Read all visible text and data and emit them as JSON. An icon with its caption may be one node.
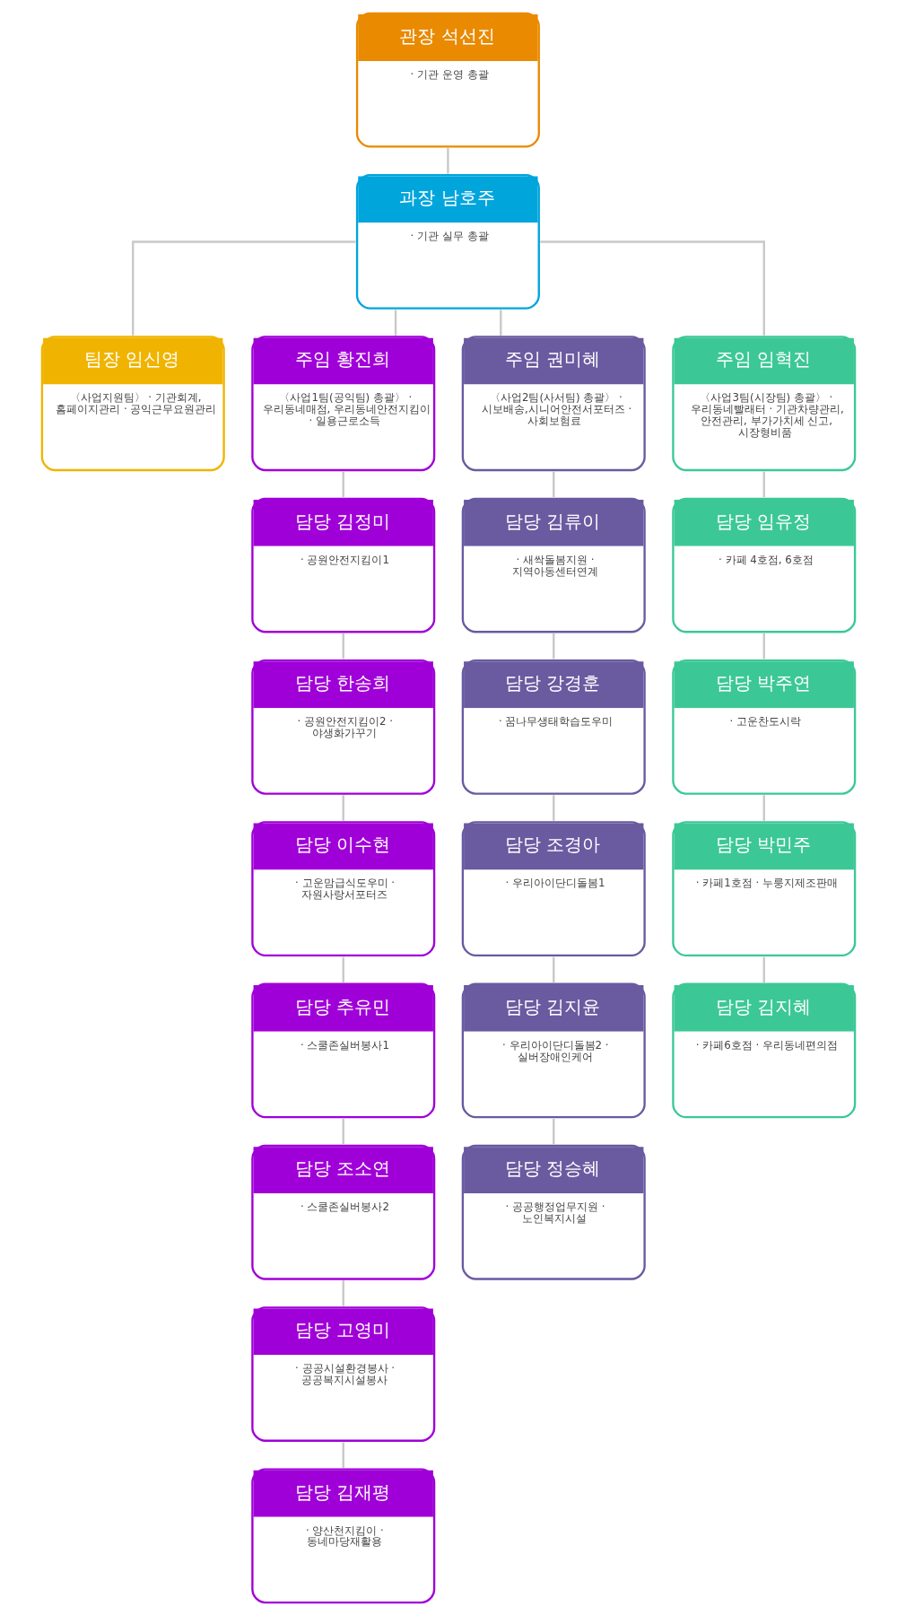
{
  "diagram": {
    "nodes": [
      {
        "text": [
          "관장 석선진",
          "· 기관 운영 총괄"
        ]
      },
      {
        "text": [
          "과장 남호주",
          "· 기관 실무 총괄"
        ]
      },
      {
        "text": [
          "팀장 임신영",
          "〈사업지원팀〉 · 기관회계, 홈페이지관리 · 공익근무요원관리"
        ]
      },
      {
        "text": [
          "주임 황진희",
          "〈사업1팀(공익팀) 총괄〉 · 우리동네매점, 우리동네안전지킴이 · 일용근로소득"
        ]
      },
      {
        "text": [
          "담당 김정미",
          "· 공원안전지킴이1"
        ]
      },
      {
        "text": [
          "담당 한송희",
          "· 공원안전지킴이2 · 야생화가꾸기"
        ]
      },
      {
        "text": [
          "담당 이수현",
          "· 고운맘급식도우미 · 자원사랑서포터즈"
        ]
      },
      {
        "text": [
          "담당 추유민",
          "· 스쿨존실버봉사1"
        ]
      },
      {
        "text": [
          "담당 조소연",
          "· 스쿨존실버봉사2"
        ]
      },
      {
        "text": [
          "담당 고영미",
          "· 공공시설환경봉사 · 공공복지시설봉사"
        ]
      },
      {
        "text": [
          "담당 김재평",
          "· 양산천지킴이 · 동네마당재활용"
        ]
      },
      {
        "text": [
          "주임 권미혜",
          "〈사업2팀(사서팀) 총괄〉 · 시보배송,시니어안전서포터즈 · 사회보험료"
        ]
      },
      {
        "text": [
          "담당 김류이",
          "· 새싹돌봄지원 · 지역아동센터연계"
        ]
      },
      {
        "text": [
          "담당 강경훈",
          "· 꿈나무생태학습도우미"
        ]
      },
      {
        "text": [
          "담당 조경아",
          "· 우리아이단디돌봄1"
        ]
      },
      {
        "text": [
          "담당 김지윤",
          "· 우리아이단디돌봄2 · 실버장애인케어"
        ]
      },
      {
        "text": [
          "담당 정승혜",
          "· 공공행정업무지원 · 노인복지시설"
        ]
      },
      {
        "text": [
          "주임 임혁진",
          "〈사업3팀(시장팀) 총괄〉 · 우리동네빨래터 · 기관차량관리, 안전관리, 부가가치세 신고, 시장형비품"
        ]
      },
      {
        "text": [
          "담당 임유정",
          "· 카페 4호점, 6호점"
        ]
      },
      {
        "text": [
          "담당 박주연",
          "· 고운찬도시락"
        ]
      },
      {
        "text": [
          "담당 박민주",
          "· 카페1호점 · 누룽지제조판매"
        ]
      },
      {
        "text": [
          "담당 김지혜",
          "· 카페6호점 · 우리동네편의점"
        ]
      }
    ],
    "edges": [
      {
        "from": 0,
        "to": 1,
        "arrow": "none"
      },
      {
        "from": 1,
        "to": 2,
        "arrow": "none"
      },
      {
        "from": 1,
        "to": 3,
        "arrow": "none"
      },
      {
        "from": 1,
        "to": 11,
        "arrow": "none"
      },
      {
        "from": 1,
        "to": 17,
        "arrow": "none"
      },
      {
        "from": 3,
        "to": 4,
        "arrow": "none"
      },
      {
        "from": 4,
        "to": 5,
        "arrow": "none"
      },
      {
        "from": 5,
        "to": 6,
        "arrow": "none"
      },
      {
        "from": 6,
        "to": 7,
        "arrow": "none"
      },
      {
        "from": 7,
        "to": 8,
        "arrow": "none"
      },
      {
        "from": 8,
        "to": 9,
        "arrow": "none"
      },
      {
        "from": 9,
        "to": 10,
        "arrow": "none"
      },
      {
        "from": 11,
        "to": 12,
        "arrow": "none"
      },
      {
        "from": 12,
        "to": 13,
        "arrow": "none"
      },
      {
        "from": 13,
        "to": 14,
        "arrow": "none"
      },
      {
        "from": 14,
        "to": 15,
        "arrow": "none"
      },
      {
        "from": 15,
        "to": 16,
        "arrow": "none"
      },
      {
        "from": 17,
        "to": 18,
        "arrow": "none"
      },
      {
        "from": 18,
        "to": 19,
        "arrow": "none"
      },
      {
        "from": 19,
        "to": 20,
        "arrow": "none"
      },
      {
        "from": 20,
        "to": 21,
        "arrow": "none"
      }
    ]
  }
}
